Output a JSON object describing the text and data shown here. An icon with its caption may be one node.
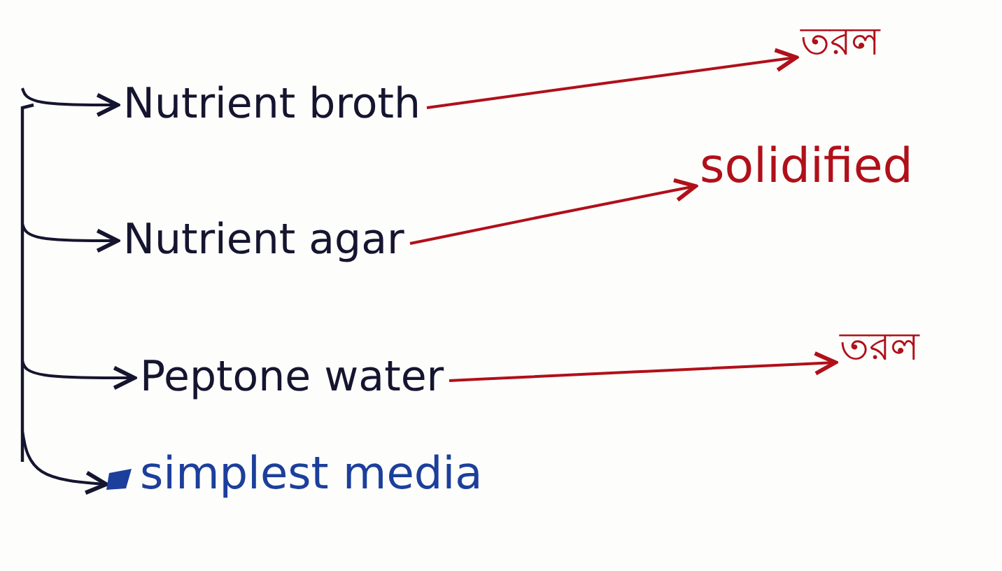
{
  "diagram": {
    "nodes": [
      {
        "text": [
          "Nutrient broth"
        ]
      },
      {
        "text": [
          "Nutrient agar"
        ]
      },
      {
        "text": [
          "Peptone water"
        ]
      },
      {
        "text": [
          "simplest media"
        ]
      },
      {
        "text": [
          "তরল"
        ]
      },
      {
        "text": [
          "solidified"
        ]
      },
      {
        "text": [
          "তরল"
        ]
      }
    ],
    "edges": [
      {
        "from": null,
        "to": 0,
        "arrow": "to"
      },
      {
        "from": null,
        "to": 1,
        "arrow": "to"
      },
      {
        "from": null,
        "to": 2,
        "arrow": "to"
      },
      {
        "from": null,
        "to": 3,
        "arrow": "to"
      },
      {
        "from": 0,
        "to": 4,
        "arrow": "to",
        "color": "#b0101a"
      },
      {
        "from": 1,
        "to": 5,
        "arrow": "to",
        "color": "#b0101a"
      },
      {
        "from": 2,
        "to": 6,
        "arrow": "to",
        "color": "#b0101a"
      }
    ]
  }
}
